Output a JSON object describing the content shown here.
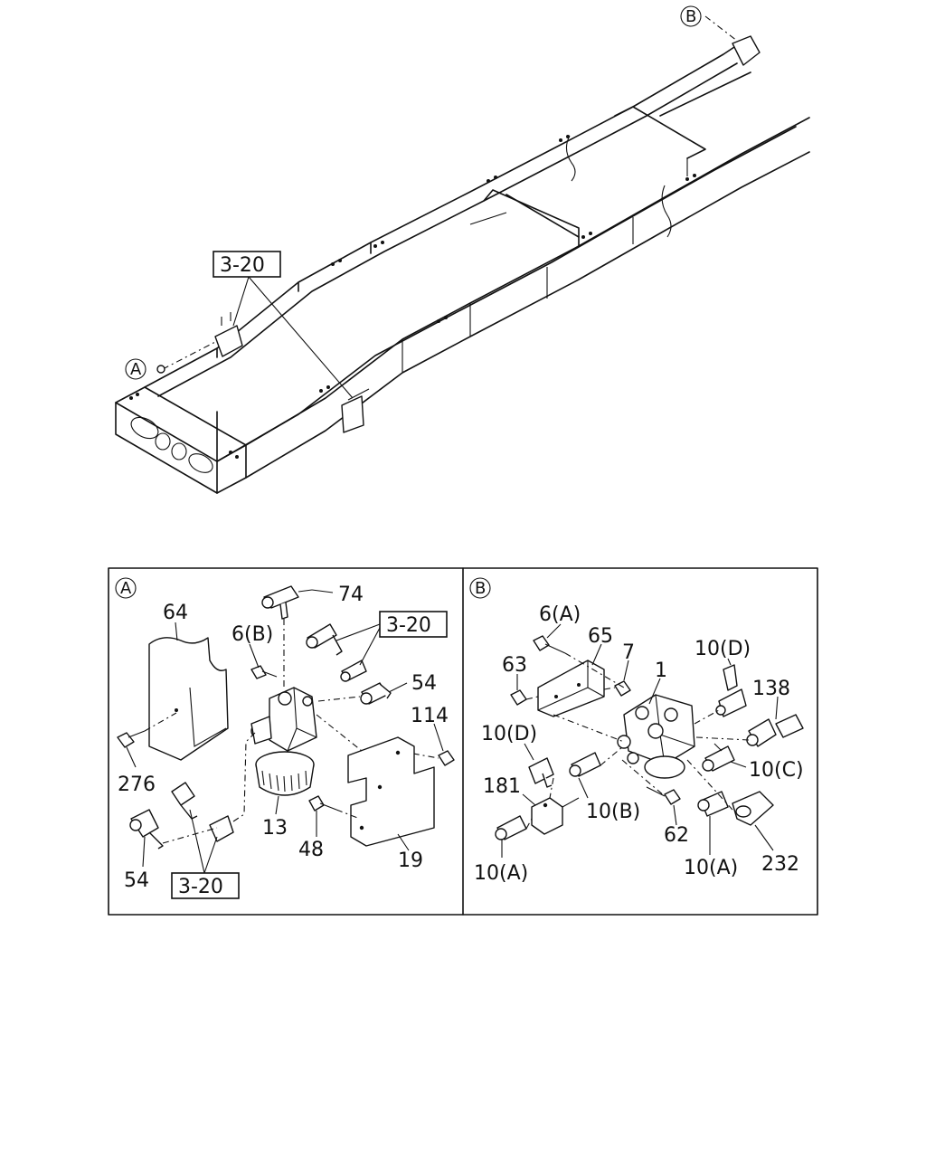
{
  "overview": {
    "ref_box_label": "3-20",
    "callout_a": "A",
    "callout_b": "B"
  },
  "detail_a": {
    "callout": "A",
    "ref_box_label_1": "3-20",
    "ref_box_label_2": "3-20",
    "labels": {
      "l74": "74",
      "l64": "64",
      "l6b": "6(B)",
      "l54_top": "54",
      "l114": "114",
      "l276": "276",
      "l13": "13",
      "l48": "48",
      "l19": "19",
      "l54_bottom": "54"
    }
  },
  "detail_b": {
    "callout": "B",
    "labels": {
      "l6a": "6(A)",
      "l65": "65",
      "l7": "7",
      "l63": "63",
      "l1": "1",
      "l10d_top": "10(D)",
      "l138": "138",
      "l10d_left": "10(D)",
      "l10c": "10(C)",
      "l181": "181",
      "l10b": "10(B)",
      "l62": "62",
      "l10a_left": "10(A)",
      "l10a_right": "10(A)",
      "l232": "232"
    }
  }
}
